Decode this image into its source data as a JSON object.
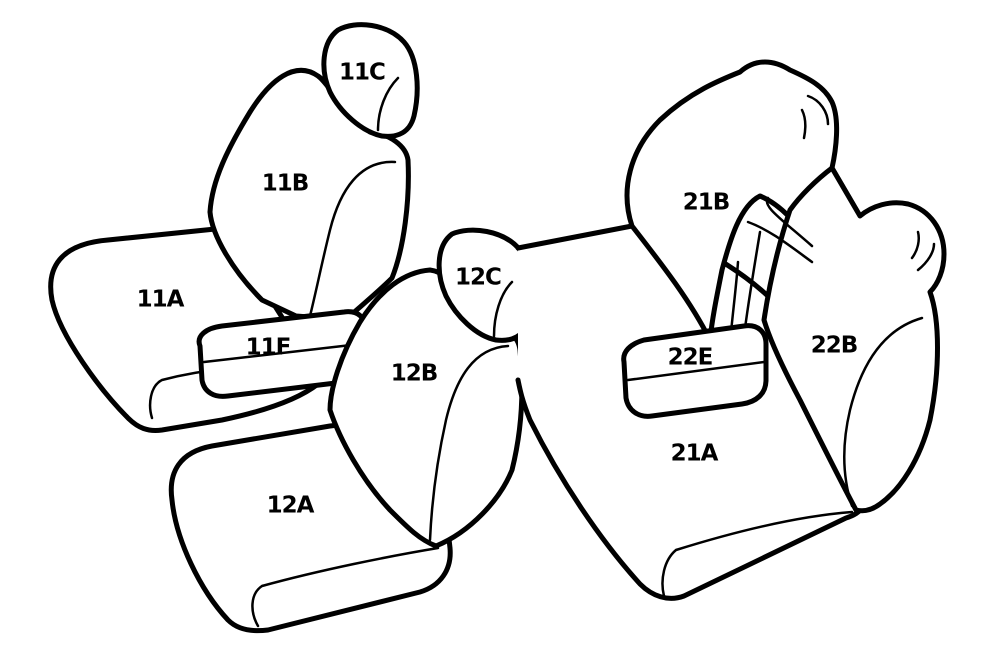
{
  "diagram": {
    "parts": {
      "p11A": "11A",
      "p11B": "11B",
      "p11C": "11C",
      "p11F": "11F",
      "p12A": "12A",
      "p12B": "12B",
      "p12C": "12C",
      "p21A": "21A",
      "p21B": "21B",
      "p22B": "22B",
      "p22E": "22E"
    },
    "colors": {
      "stroke": "#000000",
      "background": "#ffffff"
    }
  }
}
